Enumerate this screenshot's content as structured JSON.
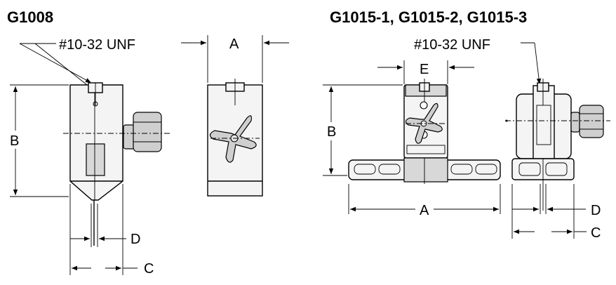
{
  "titles": {
    "left_model": "G1008",
    "right_models": "G1015-1, G1015-2, G1015-3"
  },
  "thread_callouts": {
    "left": "#10-32 UNF",
    "right": "#10-32 UNF"
  },
  "dimensions": {
    "left_a": "A",
    "left_b": "B",
    "left_c": "C",
    "left_d": "D",
    "right_a": "A",
    "right_b": "B",
    "right_c": "C",
    "right_d": "D",
    "right_e": "E"
  }
}
